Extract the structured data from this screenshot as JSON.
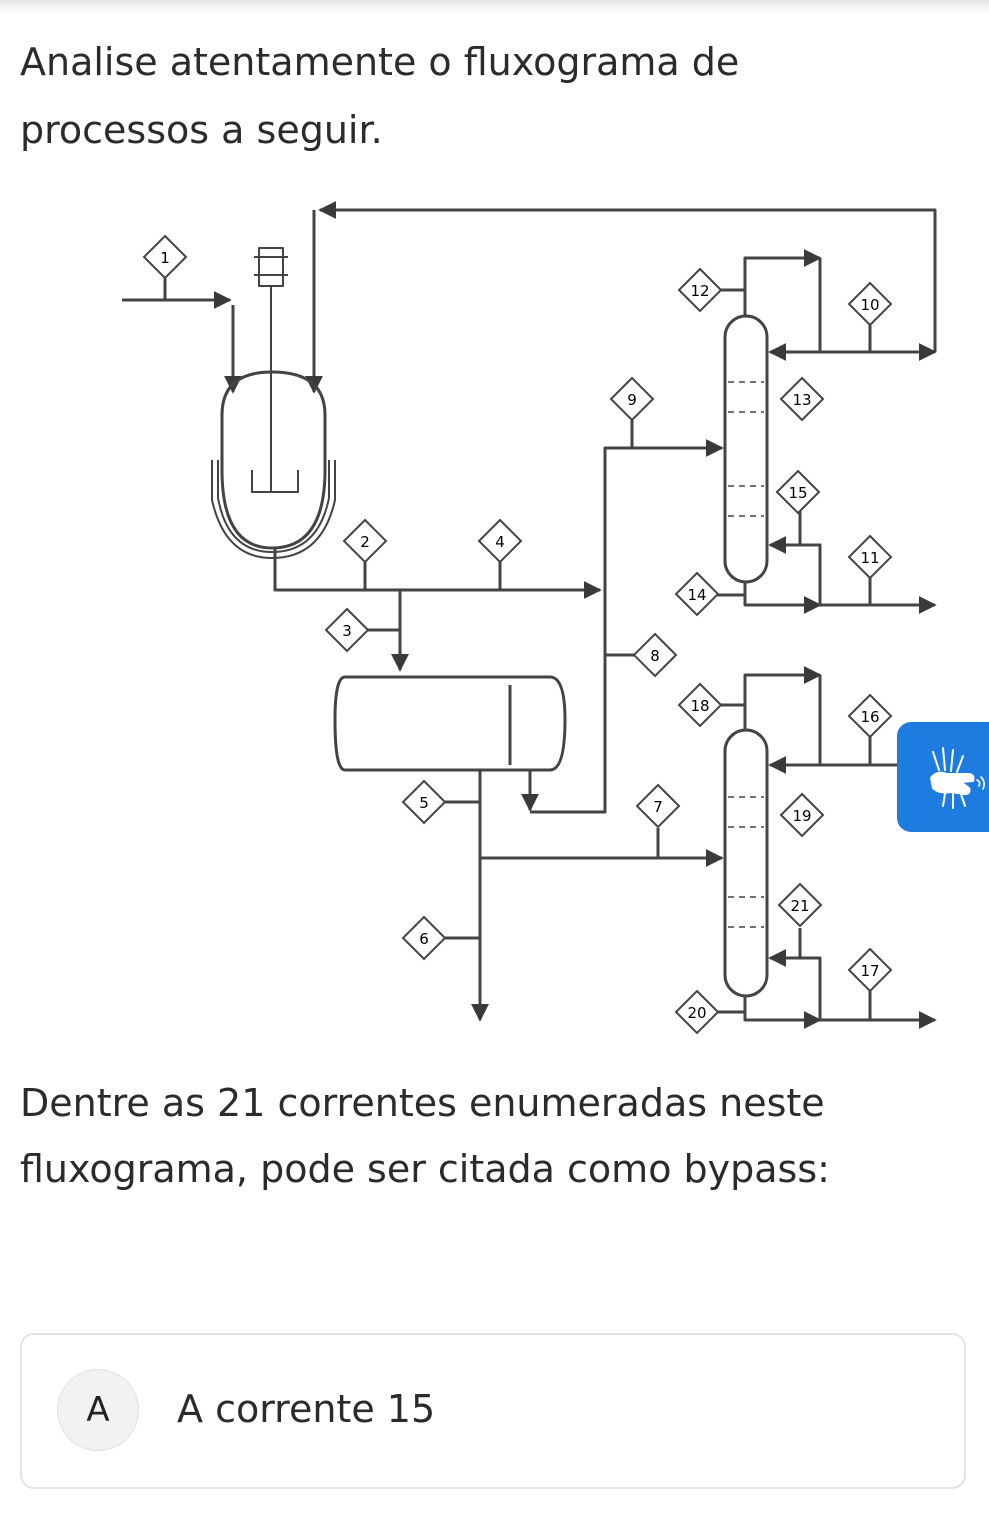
{
  "question": {
    "intro": "Analise atentamente o fluxograma de processos a seguir.",
    "prompt": "Dentre as 21 correntes enumeradas neste fluxograma, pode ser citada como bypass:"
  },
  "diagram": {
    "stream_labels": [
      "1",
      "2",
      "3",
      "4",
      "5",
      "6",
      "7",
      "8",
      "9",
      "10",
      "11",
      "12",
      "13",
      "14",
      "15",
      "16",
      "17",
      "18",
      "19",
      "20",
      "21"
    ]
  },
  "options": [
    {
      "letter": "A",
      "text": "A corrente 15"
    }
  ],
  "accessibility": {
    "icon": "sign-language-hand-icon",
    "color": "#1e7be0"
  }
}
